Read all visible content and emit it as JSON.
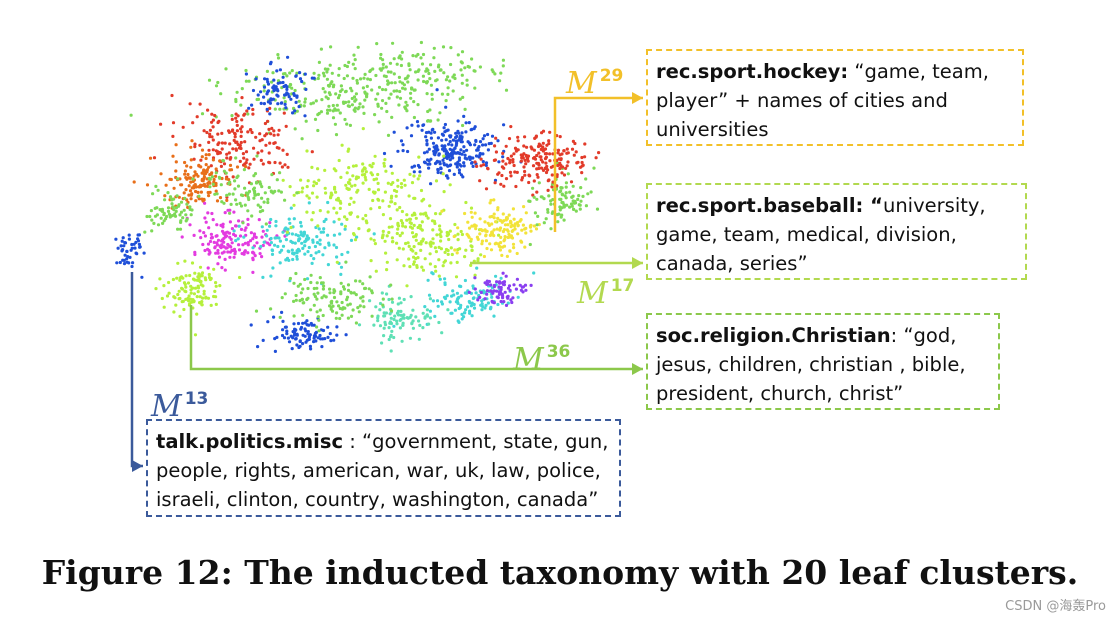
{
  "caption": "Figure 12: The inducted taxonomy with 20 leaf clusters.",
  "watermark": "CSDN @海轰Pro",
  "clusters": [
    {
      "id": "hockey",
      "model": "M",
      "index": "29",
      "color": "#f2c029",
      "category": "rec.sport.hockey:",
      "keywords": " “game, team, player” + names of cities and universities"
    },
    {
      "id": "baseball",
      "model": "M",
      "index": "17",
      "color": "#b2d94f",
      "category": "rec.sport.baseball: “",
      "keywords": "university, game, team, medical, division, canada, series”"
    },
    {
      "id": "christian",
      "model": "M",
      "index": "36",
      "color": "#8cc84b",
      "category": "soc.religion.Christian",
      "keywords": ": “god, jesus, children, christian , bible, president, church, christ”"
    },
    {
      "id": "politics",
      "model": "M",
      "index": "13",
      "color": "#3b5a9b",
      "category": "talk.politics.misc",
      "keywords": " : “government, state, gun, people, rights, american, war, uk, law, police, israeli, clinton, country, washington, canada”"
    }
  ],
  "scatter_colors": [
    "#7ed957",
    "#e23b2a",
    "#1f4fd8",
    "#b5f03c",
    "#e86f1a",
    "#43d6d6",
    "#e33be0",
    "#f2e33a",
    "#8a3ff0",
    "#5fe0b5"
  ]
}
